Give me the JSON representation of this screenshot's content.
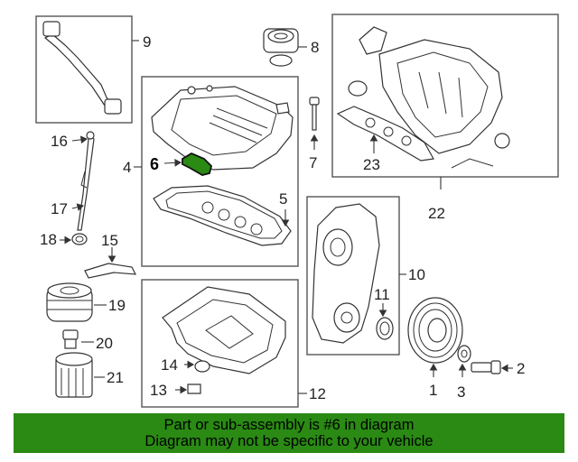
{
  "labels": {
    "n1": "1",
    "n2": "2",
    "n3": "3",
    "n4": "4",
    "n5": "5",
    "n6": "6",
    "n7": "7",
    "n8": "8",
    "n9": "9",
    "n10": "10",
    "n11": "11",
    "n12": "12",
    "n13": "13",
    "n14": "14",
    "n15": "15",
    "n16": "16",
    "n17": "17",
    "n18": "18",
    "n19": "19",
    "n20": "20",
    "n21": "21",
    "n22": "22",
    "n23": "23"
  },
  "highlight": {
    "part": "6",
    "color": "#2a8a14"
  },
  "footer": {
    "line1": "Part or sub-assembly is #6 in diagram",
    "line2": "Diagram may not be specific to your vehicle",
    "background": "#2a8a14"
  }
}
